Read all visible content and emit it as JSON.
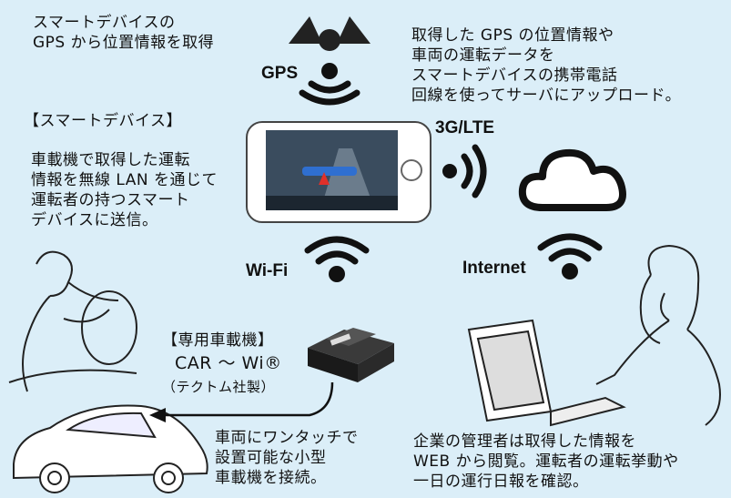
{
  "texts": {
    "gps_desc": "スマートデバイスの\nGPS から位置情報を取得",
    "upload_desc": "取得した GPS の位置情報や\n車両の運転データを\nスマートデバイスの携帯電話\n回線を使ってサーバにアップロード。",
    "smart_title": "【スマートデバイス】",
    "smart_desc": "車載機で取得した運転\n情報を無線 LAN を通じて\n運転者の持つスマート\nデバイスに送信。",
    "device_title": "【専用車載機】",
    "device_name": "CAR 〜 Wi®",
    "device_maker": "（テクトム社製）",
    "connect_desc": "車両にワンタッチで\n設置可能な小型\n車載機を接続。",
    "manager_desc": "企業の管理者は取得した情報を\nWEB から閲覧。運転者の運転挙動や\n一日の運行日報を確認。"
  },
  "labels": {
    "gps": "GPS",
    "lte": "3G/LTE",
    "wifi": "Wi-Fi",
    "internet": "Internet"
  },
  "colors": {
    "background": "#dbeef8",
    "icon": "#111111"
  }
}
